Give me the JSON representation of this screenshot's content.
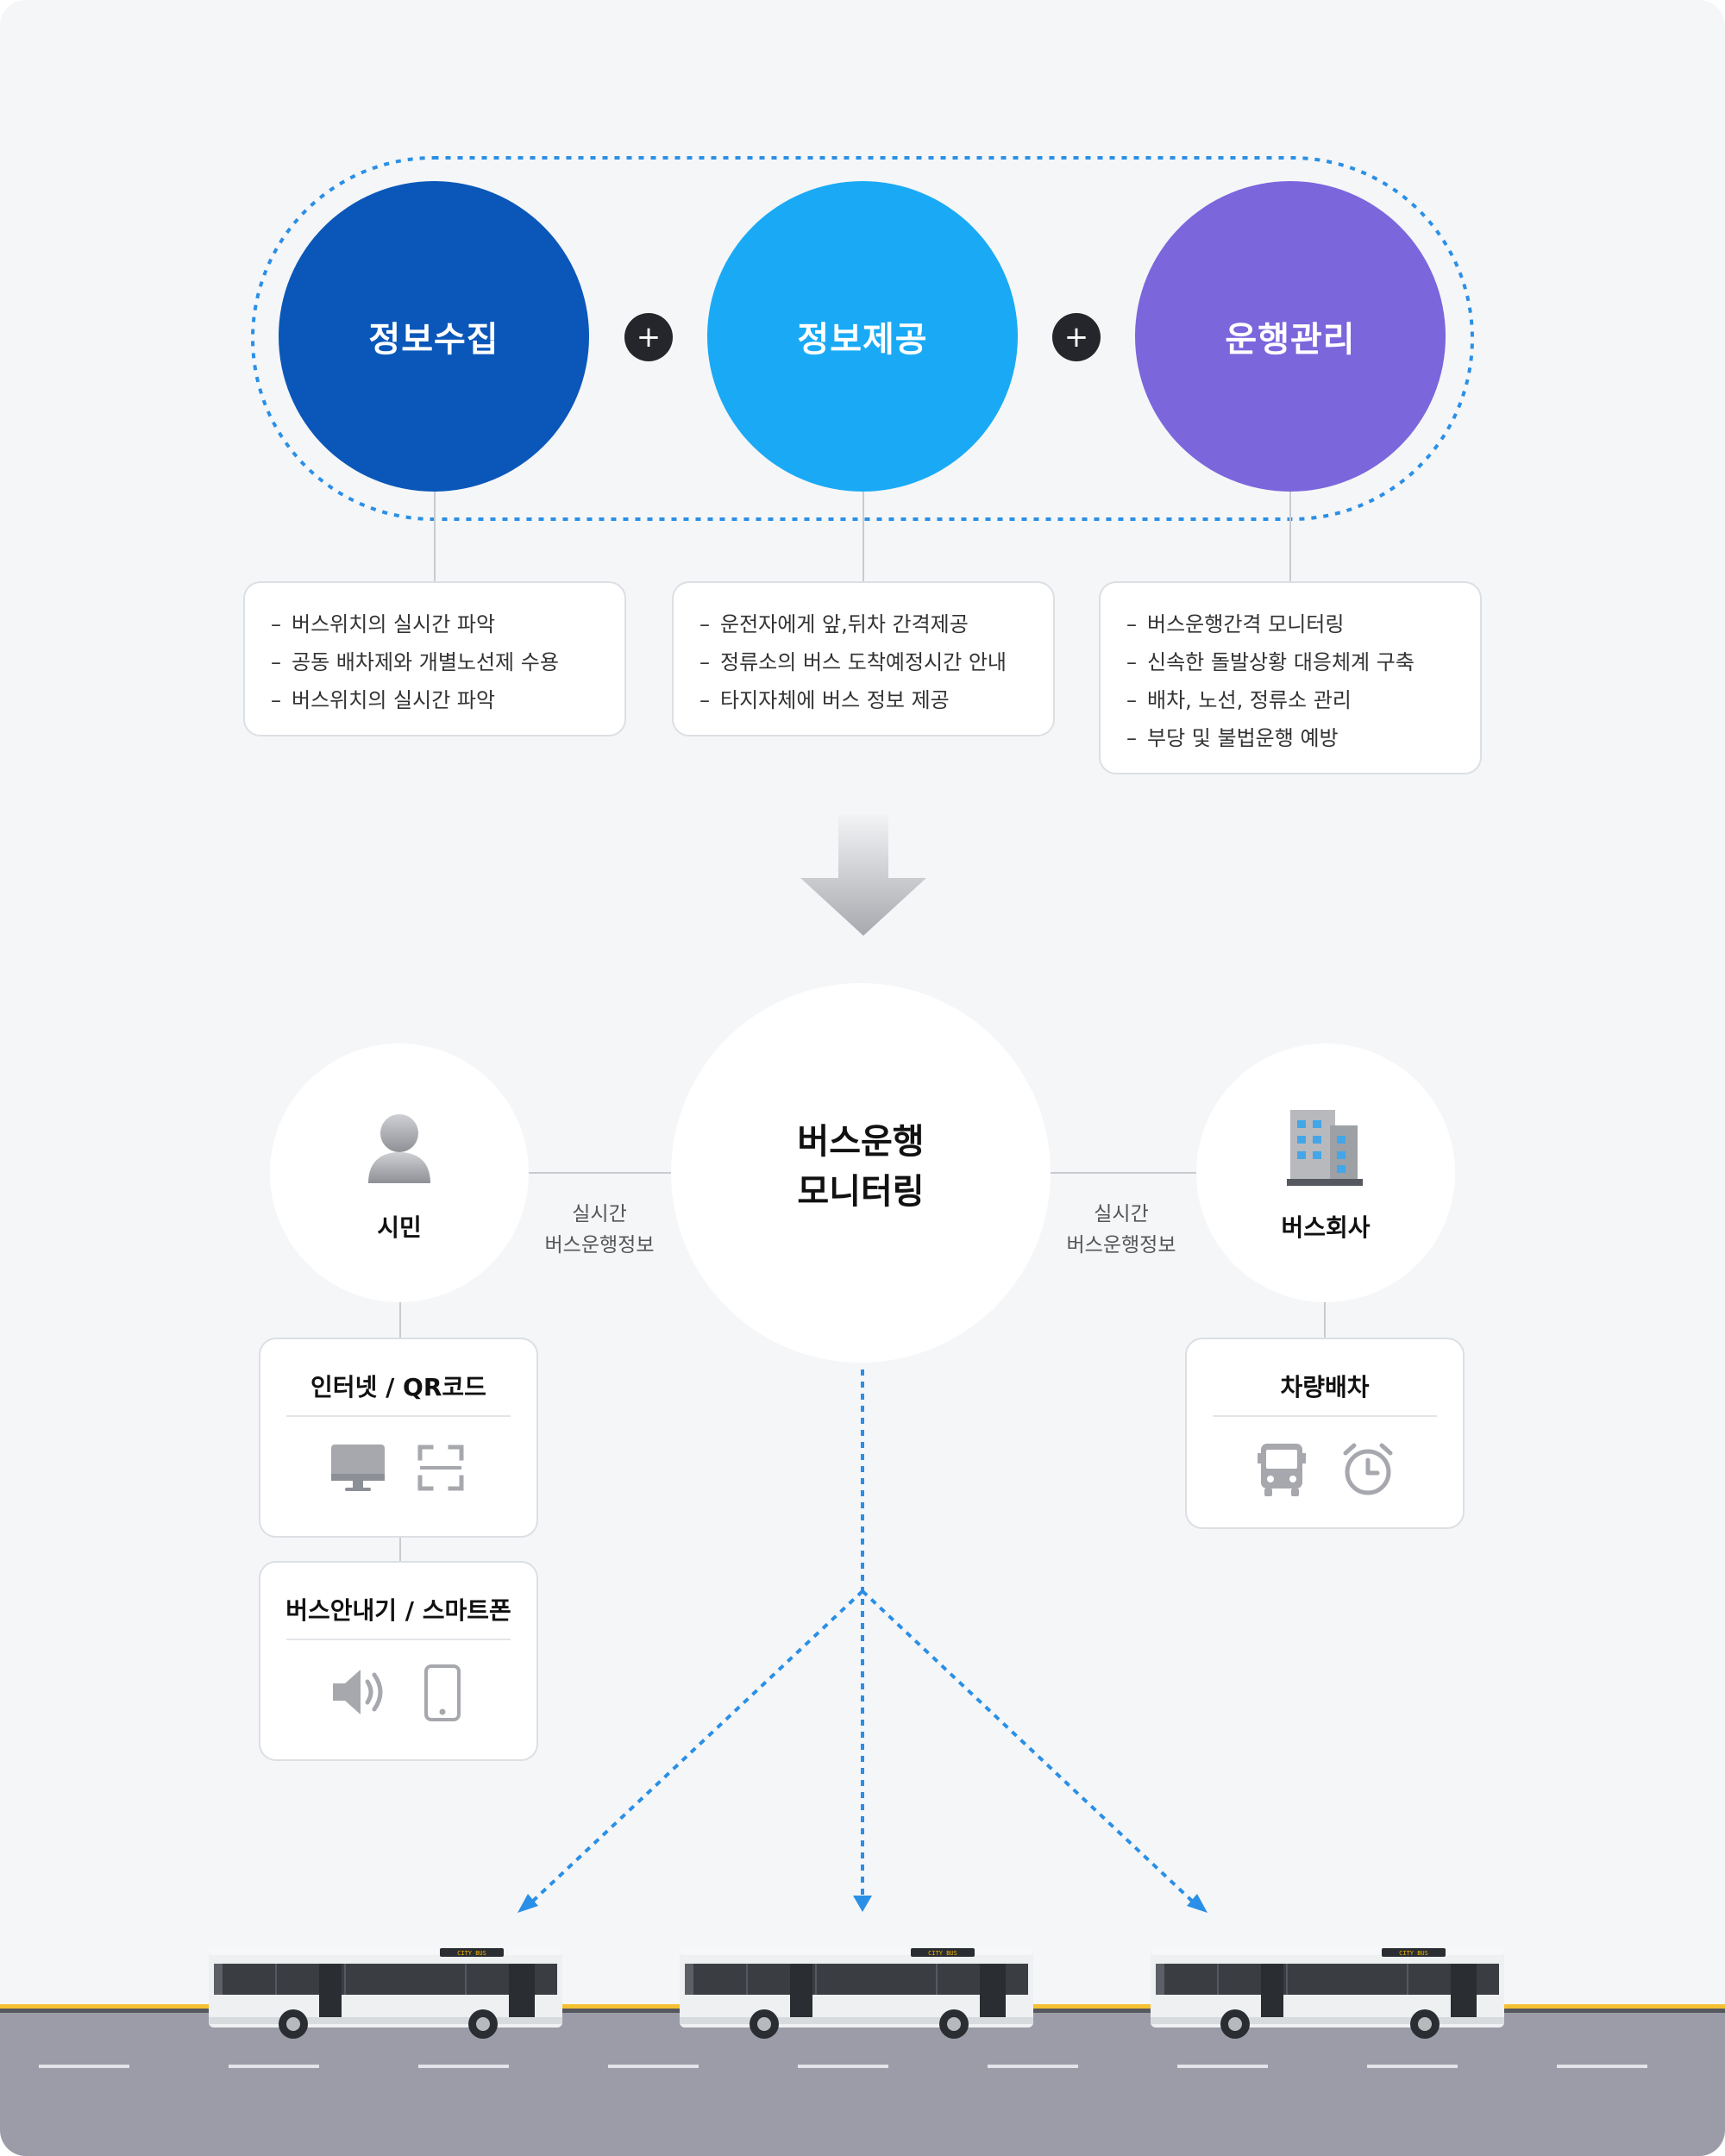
{
  "top": {
    "circles": [
      {
        "label": "정보수집",
        "color": "#0a57b9"
      },
      {
        "label": "정보제공",
        "color": "#1aaaf5"
      },
      {
        "label": "운행관리",
        "color": "#7b66dc"
      }
    ],
    "plus_symbol": "+",
    "boxes": [
      {
        "items": [
          "버스위치의 실시간 파악",
          "공동 배차제와 개별노선제 수용",
          "버스위치의 실시간 파악"
        ]
      },
      {
        "items": [
          "운전자에게 앞,뒤차 간격제공",
          "정류소의 버스 도착예정시간 안내",
          "타지자체에 버스 정보 제공"
        ]
      },
      {
        "items": [
          "버스운행간격 모니터링",
          "신속한 돌발상황 대응체계 구축",
          "배차, 노선, 정류소 관리",
          "부당 및 불법운행 예방"
        ]
      }
    ],
    "dash": "–",
    "dotted_color": "#2a8fe6"
  },
  "center": {
    "title_line1": "버스운행",
    "title_line2": "모니터링"
  },
  "left": {
    "label": "시민",
    "link_label_line1": "실시간",
    "link_label_line2": "버스운행정보",
    "card1_title": "인터넷 / QR코드",
    "card2_title": "버스안내기 / 스마트폰",
    "icons": [
      "person-icon",
      "monitor-icon",
      "qr-scan-icon",
      "speaker-icon",
      "smartphone-icon"
    ]
  },
  "right": {
    "label": "버스회사",
    "link_label_line1": "실시간",
    "link_label_line2": "버스운행정보",
    "card_title": "차량배차",
    "icons": [
      "building-icon",
      "bus-icon",
      "alarm-clock-icon"
    ]
  },
  "buses": [
    {
      "sign": "CITY BUS"
    },
    {
      "sign": "CITY BUS"
    },
    {
      "sign": "CITY BUS"
    }
  ],
  "colors": {
    "road": "#9b9ca8",
    "road_edge": "#f5c132",
    "arrow": "#2a8fe6"
  }
}
